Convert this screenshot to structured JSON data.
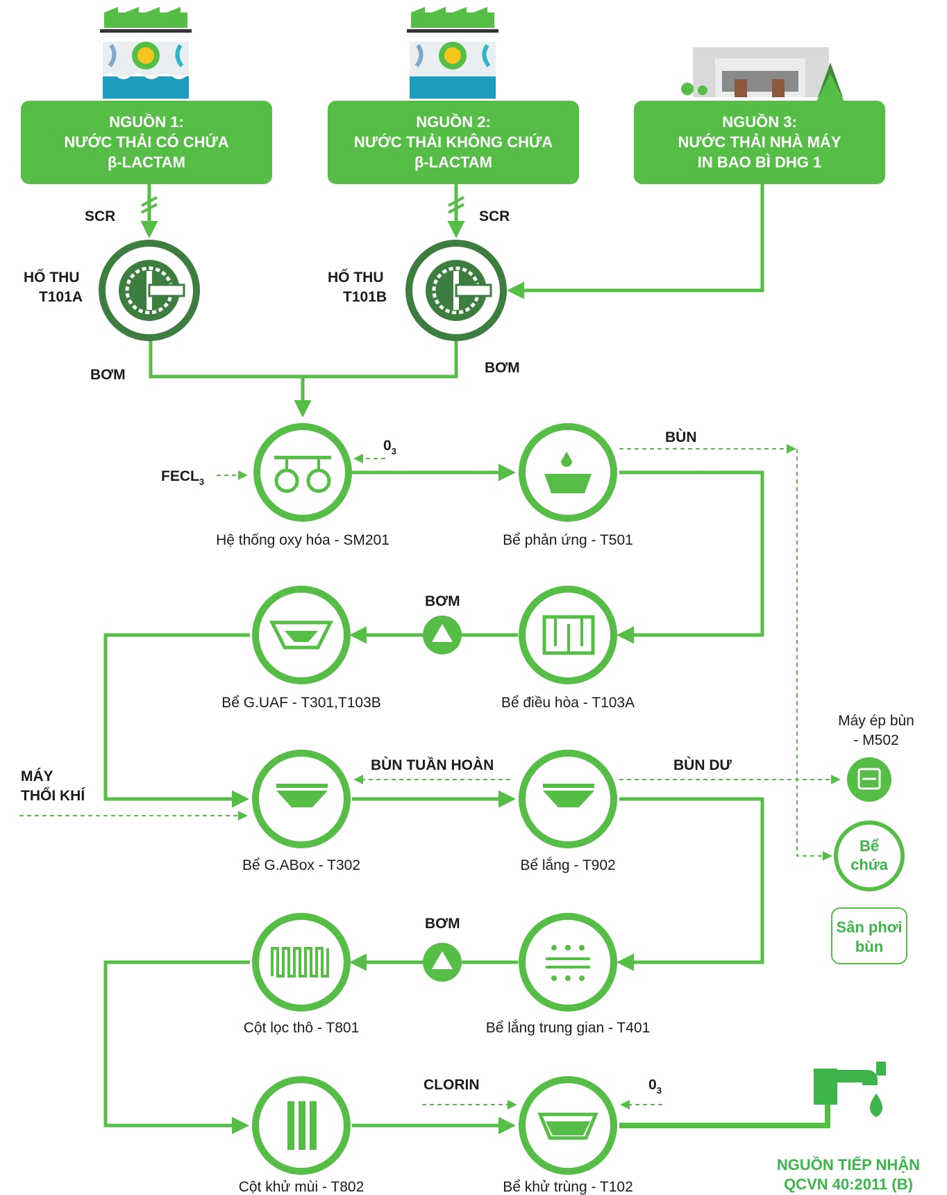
{
  "sources": [
    {
      "line1": "NGUỒN 1:",
      "line2": "NƯỚC THẢI CÓ CHỨA",
      "line3": "β-LACTAM"
    },
    {
      "line1": "NGUỒN 2:",
      "line2": "NƯỚC THẢI KHÔNG CHỨA",
      "line3": "β-LACTAM"
    },
    {
      "line1": "NGUỒN 3:",
      "line2": "NƯỚC THẢI NHÀ MÁY",
      "line3": "IN BAO BÌ DHG 1"
    }
  ],
  "labels": {
    "scr": "SCR",
    "pump": "BƠM",
    "pit_a_line1": "HỐ THU",
    "pit_a_line2": "T101A",
    "pit_b_line1": "HỐ THU",
    "pit_b_line2": "T101B",
    "ozone": "0",
    "ozone_sub": "3",
    "fecl": "FECL",
    "fecl_sub": "3",
    "sludge": "BÙN",
    "recycle_sludge": "BÙN TUẦN HOÀN",
    "excess_sludge": "BÙN DƯ",
    "blower_line1": "MÁY",
    "blower_line2": "THỔI KHÍ",
    "clorin": "CLORIN"
  },
  "units": {
    "oxidation": "Hệ thống oxy hóa - SM201",
    "reaction": "Bể phản ứng - T501",
    "equalization": "Bể điều hòa - T103A",
    "guaf": "Bể G.UAF - T301,T103B",
    "gabox": "Bể G.ABox - T302",
    "settling": "Bể lắng - T902",
    "inter_settling": "Bể lắng trung gian - T401",
    "coarse_filter": "Cột lọc thô - T801",
    "deodor": "Cột khử mùi - T802",
    "disinfect": "Bể khử trùng - T102"
  },
  "sludge_units": {
    "press_line1": "Máy ép bùn",
    "press_line2": "- M502",
    "tank_line1": "Bể",
    "tank_line2": "chứa",
    "yard_line1": "Sân phơi",
    "yard_line2": "bùn"
  },
  "outlet": {
    "line1": "NGUỒN TIẾP NHẬN",
    "line2": "QCVN 40:2011 (B)"
  },
  "colors": {
    "green": "#56bd46",
    "dark_green": "#3d7d40",
    "outlet_green": "#3cb54a"
  }
}
